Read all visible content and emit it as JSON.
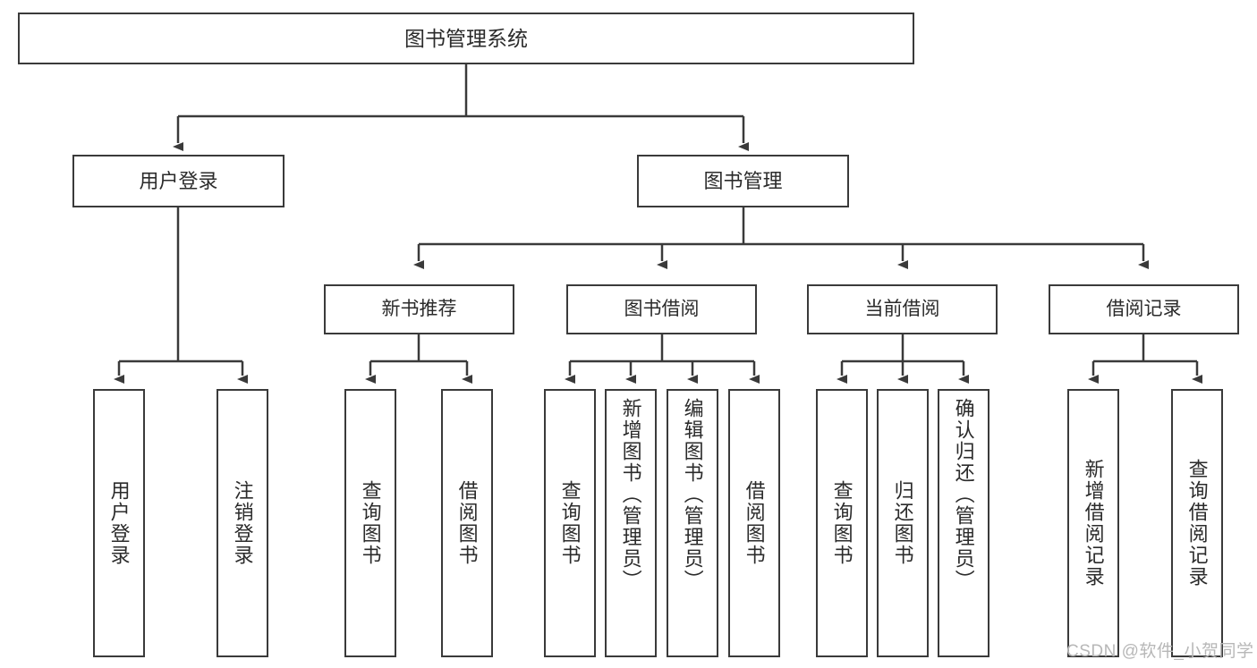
{
  "diagram": {
    "title": "图书管理系统",
    "root": {
      "label": "图书管理系统"
    },
    "level2": [
      {
        "label": "用户登录"
      },
      {
        "label": "图书管理"
      }
    ],
    "level3": [
      {
        "label": "新书推荐"
      },
      {
        "label": "图书借阅"
      },
      {
        "label": "当前借阅"
      },
      {
        "label": "借阅记录"
      }
    ],
    "leaves": [
      {
        "label": "用户登录"
      },
      {
        "label": "注销登录"
      },
      {
        "label": "查询图书"
      },
      {
        "label": "借阅图书"
      },
      {
        "label": "查询图书"
      },
      {
        "label": "新增图书（管理员）"
      },
      {
        "label": "编辑图书（管理员）"
      },
      {
        "label": "借阅图书"
      },
      {
        "label": "查询图书"
      },
      {
        "label": "归还图书"
      },
      {
        "label": "确认归还（管理员）"
      },
      {
        "label": "新增借阅记录"
      },
      {
        "label": "查询借阅记录"
      }
    ]
  },
  "watermark": {
    "text": "CSDN @软件_小贺同学"
  },
  "colors": {
    "stroke": "#3a3a3a",
    "text": "#2b2b2b",
    "background": "#ffffff",
    "watermark": "#b7b7b7"
  }
}
